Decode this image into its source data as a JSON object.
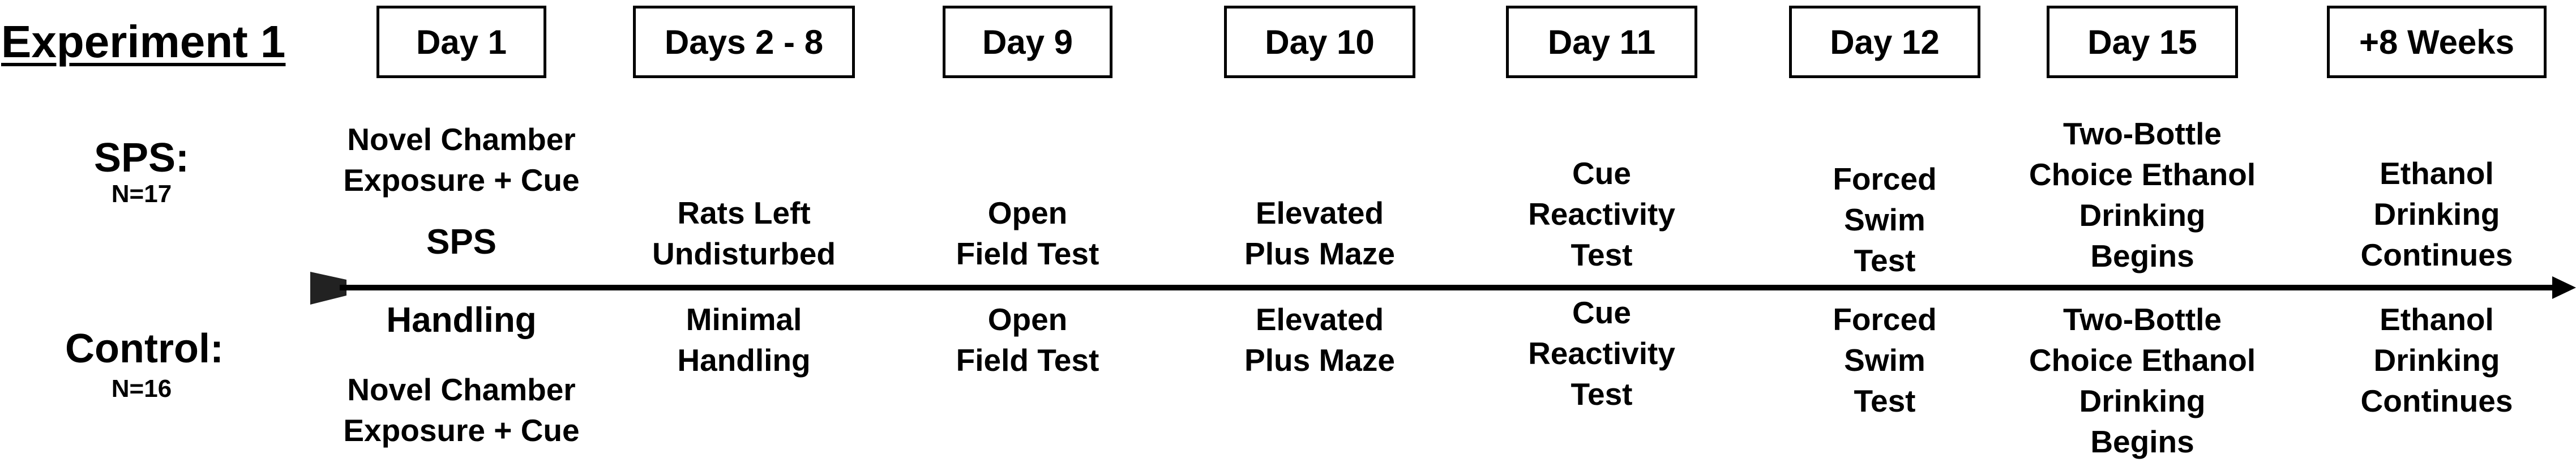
{
  "title": "Experiment 1",
  "groups": {
    "sps": {
      "label": "SPS:",
      "n": "N=17"
    },
    "control": {
      "label": "Control:",
      "n": "N=16"
    }
  },
  "days": [
    "Day 1",
    "Days 2 - 8",
    "Day 9",
    "Day 10",
    "Day 11",
    "Day 12",
    "Day 15",
    "+8 Weeks"
  ],
  "sps_events": [
    "Novel Chamber\nExposure + Cue",
    "Rats Left\nUndisturbed",
    "Open\nField Test",
    "Elevated\nPlus Maze",
    "Cue\nReactivity\nTest",
    "Forced\nSwim\nTest",
    "Two-Bottle\nChoice Ethanol\nDrinking\nBegins",
    "Ethanol\nDrinking\nContinues"
  ],
  "sps_day1_extra": "SPS",
  "control_day1_top": "Handling",
  "control_events": [
    "Novel Chamber\nExposure + Cue",
    "Minimal\nHandling",
    "Open\nField Test",
    "Elevated\nPlus Maze",
    "Cue\nReactivity\nTest",
    "Forced\nSwim\nTest",
    "Two-Bottle\nChoice Ethanol\nDrinking\nBegins",
    "Ethanol\nDrinking\nContinues"
  ]
}
